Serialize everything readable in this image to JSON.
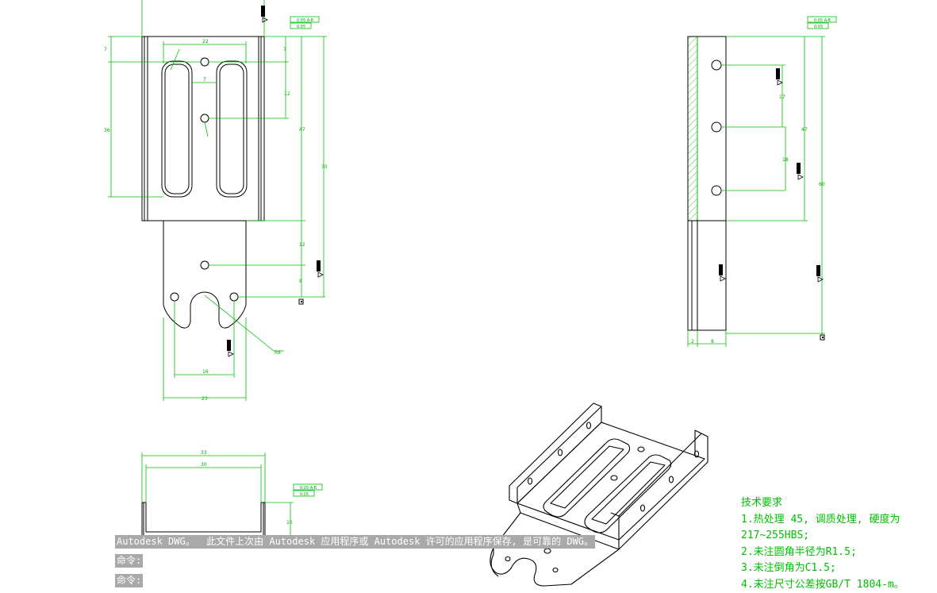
{
  "drawing": {
    "top_view_dims": {
      "width_inner": "22",
      "pitch_7": "7",
      "hole_gap": "7",
      "slot_len": "36",
      "half_height": "12",
      "height_47": "47",
      "total_70": "70",
      "tab_12": "12",
      "tab_8": "8",
      "notch_r": "R8",
      "tab_inner": "16",
      "tab_width": "23",
      "left_7": "7"
    },
    "side_view_dims": {
      "pitch_17": "17",
      "gap_18": "18",
      "height_47": "47",
      "total_60": "60",
      "thickness_2": "2",
      "flange_8": "8"
    },
    "front_view_dims": {
      "outer_33": "33",
      "inner_30": "30",
      "height_10": "10"
    },
    "gdt_1": {
      "row1": "0.05  A-B",
      "row2": "0.05"
    },
    "gdt_2": {
      "row1": "0.05  A-B",
      "row2": "0.05"
    },
    "gdt_3": {
      "row1": "0.05  A-B",
      "row2": "0.05"
    }
  },
  "tech_requirements": {
    "title": "技术要求",
    "line1a": "1.热处理 45, 调质处理, 硬度为",
    "line1b": "217~255HBS;",
    "line2": "2.未注圆角半径为R1.5;",
    "line3": "3.未注倒角为C1.5;",
    "line4": "4.未注尺寸公差按GB/T 1804-m。"
  },
  "command_line": {
    "message": "Autodesk DWG。  此文件上次由 Autodesk 应用程序或 Autodesk 许可的应用程序保存, 是可靠的 DWG。",
    "prompt1": "命令:",
    "prompt2": "命令:"
  },
  "colors": {
    "background": "#ffffff",
    "geometry": "#000000",
    "dimension": "#00c000",
    "hatch": "#00c000",
    "command_bg": "#a9a9a9"
  }
}
